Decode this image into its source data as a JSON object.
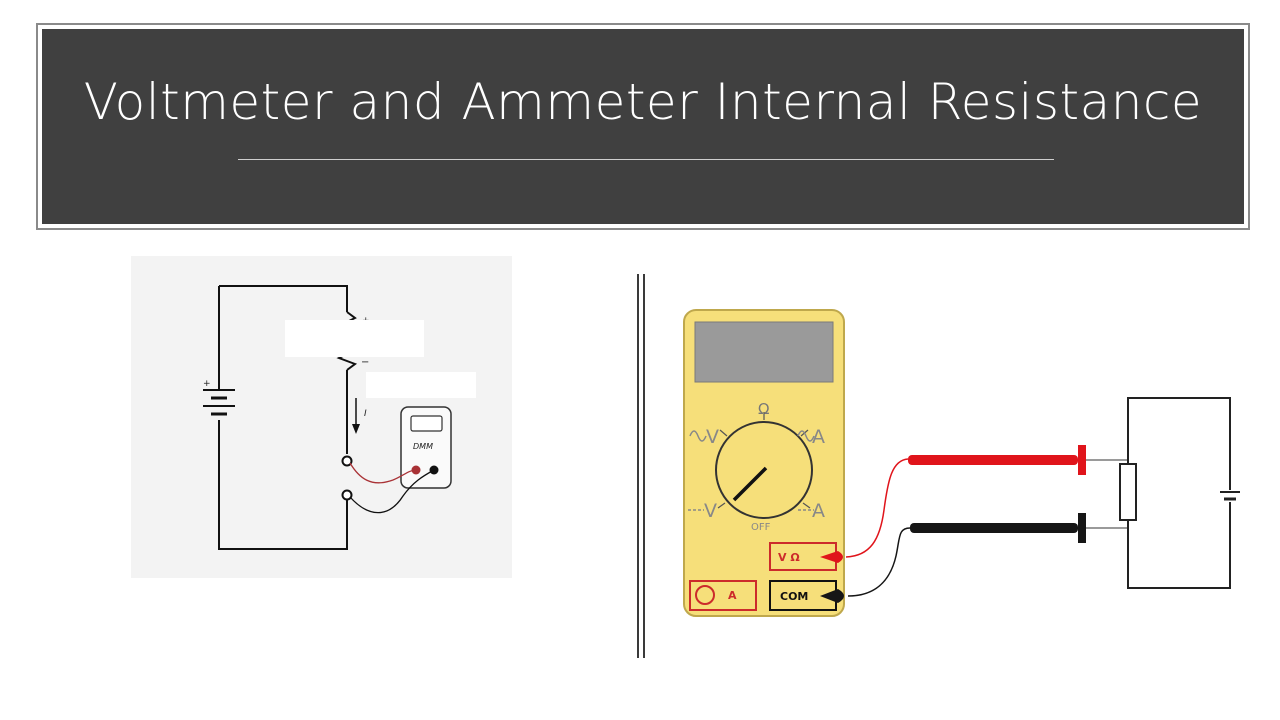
{
  "slide": {
    "title": "Voltmeter and Ammeter Internal Resistance"
  },
  "left_diagram": {
    "plus_battery": "+",
    "plus_resistor": "+",
    "minus_resistor": "−",
    "current_label": "I",
    "meter_label": "DMM"
  },
  "right_diagram": {
    "dial_top": "Ω",
    "dial_upper_left": "V",
    "dial_upper_right": "A",
    "dial_lower_left": "V",
    "dial_lower_right": "A",
    "dial_off": "OFF",
    "port_v_ohm": "V Ω",
    "port_com": "COM",
    "port_a": "A"
  },
  "colors": {
    "title_band": "#404040",
    "multimeter_body": "#f6df7a",
    "lead_red": "#e0141b",
    "lead_black": "#161616",
    "port_border": "#cc2b2b"
  }
}
